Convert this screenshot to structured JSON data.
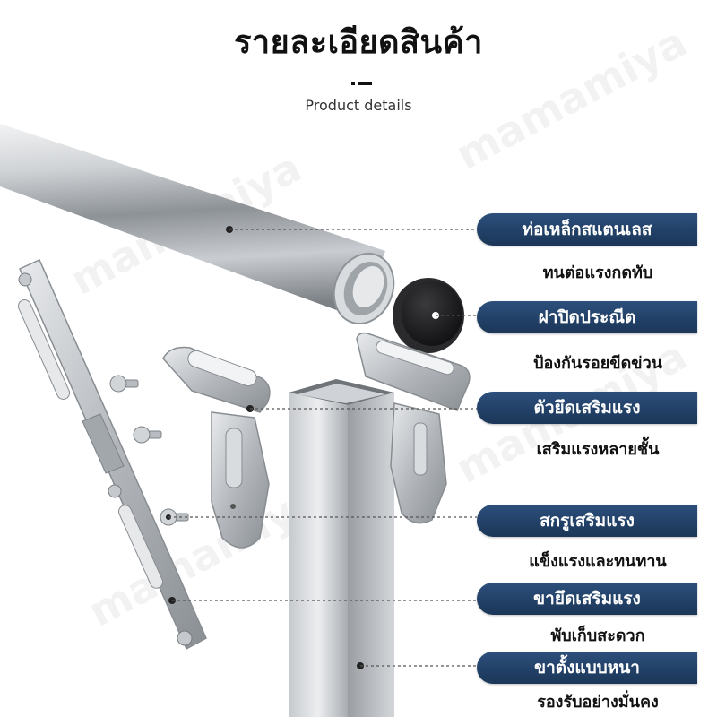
{
  "header": {
    "title": "รายละเอียดสินค้า",
    "subtitle": "Product details"
  },
  "watermark": "mamamiya",
  "colors": {
    "pill_top": "#2c4f7c",
    "pill_bottom": "#1b3658",
    "steel": "#b9bdc2"
  },
  "features": [
    {
      "title": "ท่อเหล็กสแตนเลส",
      "desc": "ทนต่อแรงกดทับ"
    },
    {
      "title": "ฝาปิดประณีต",
      "desc": "ป้องกันรอยขีดข่วน"
    },
    {
      "title": "ตัวยึดเสริมแรง",
      "desc": "เสริมแรงหลายชั้น"
    },
    {
      "title": "สกรูเสริมแรง",
      "desc": "แข็งแรงและทนทาน"
    },
    {
      "title": "ขายึดเสริมแรง",
      "desc": "พับเก็บสะดวก"
    },
    {
      "title": "ขาตั้งแบบหนา",
      "desc": "รองรับอย่างมั่นคง"
    }
  ]
}
